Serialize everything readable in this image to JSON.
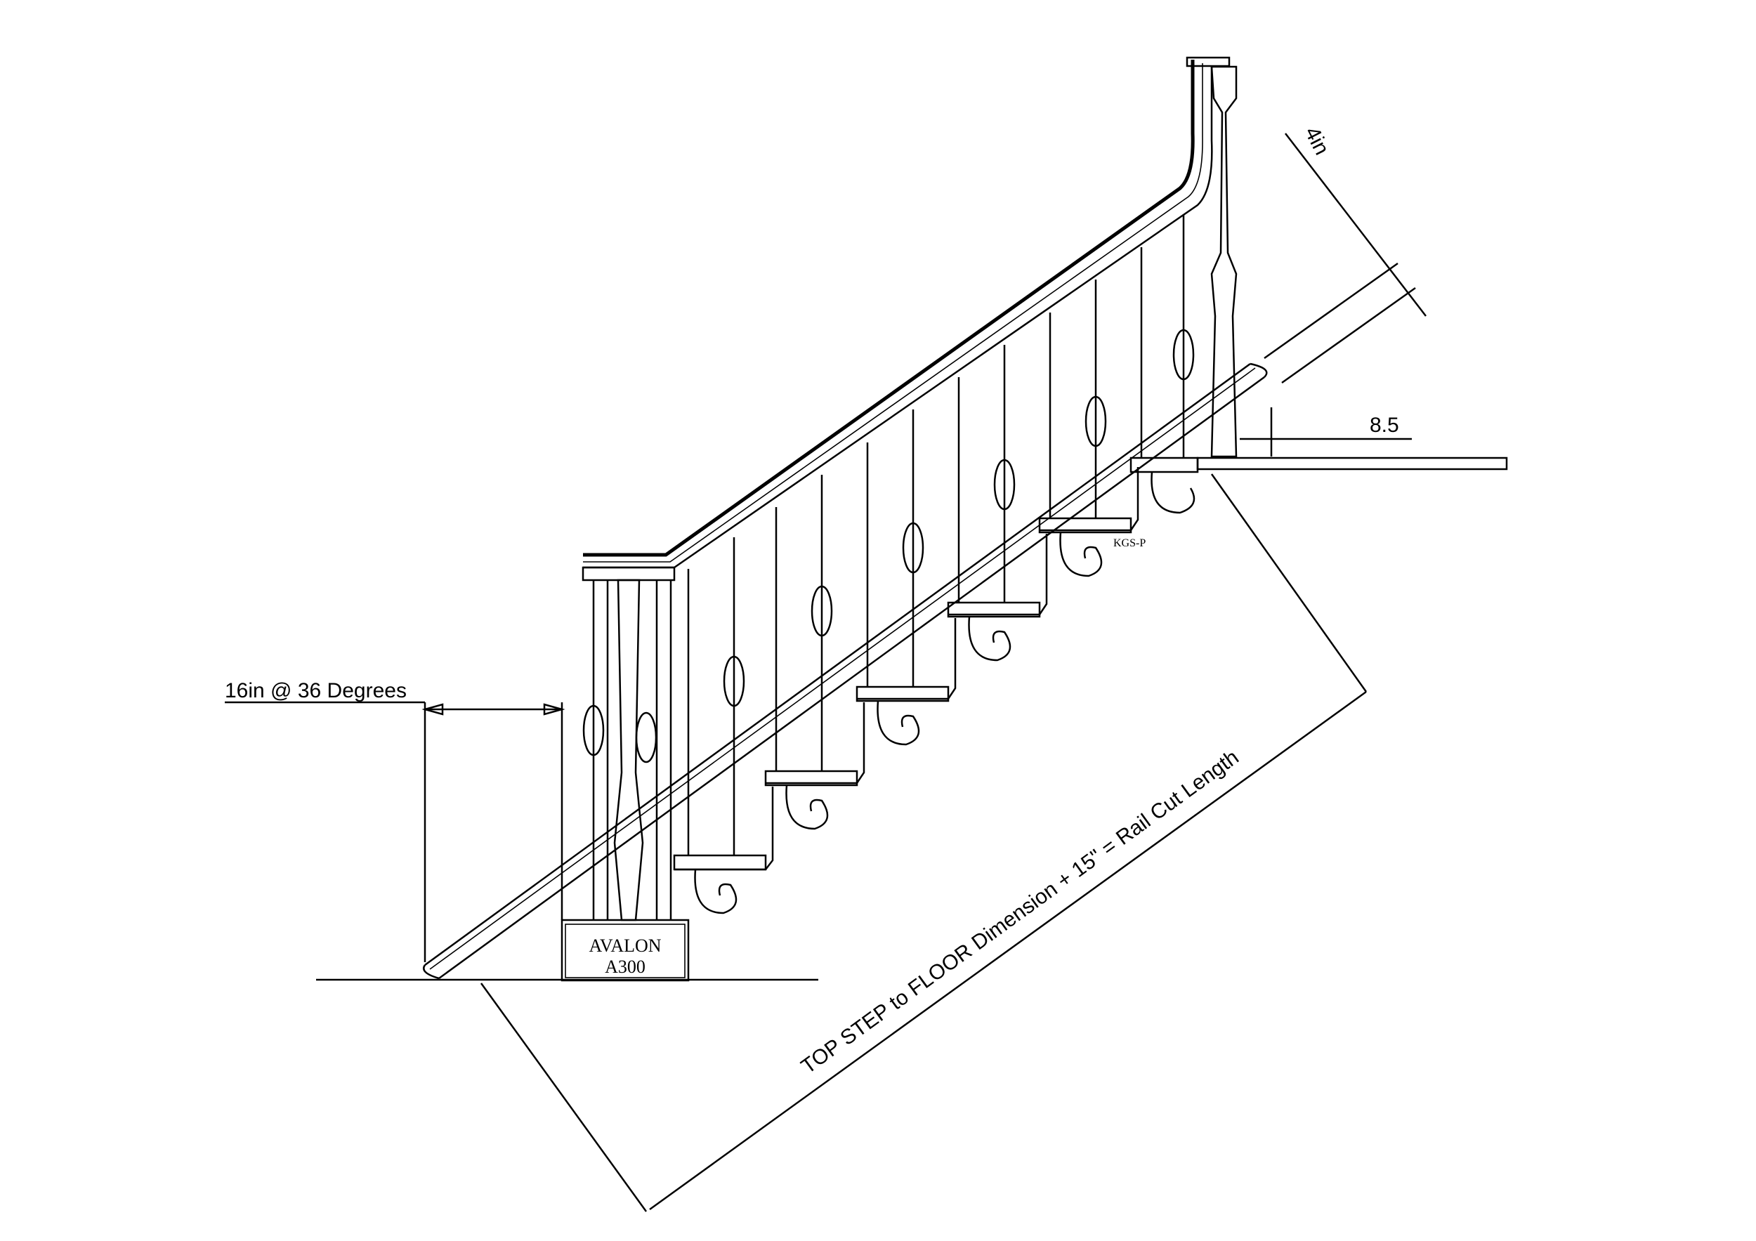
{
  "labels": {
    "height_note": "16in @ 36 Degrees",
    "top_offset": "4in",
    "overhang": "8.5",
    "rail_length": "TOP STEP to FLOOR Dimension  + 15\" = Rail Cut Length",
    "bracket_code": "KGS-P",
    "newel_brand": "AVALON",
    "newel_model": "A300"
  }
}
